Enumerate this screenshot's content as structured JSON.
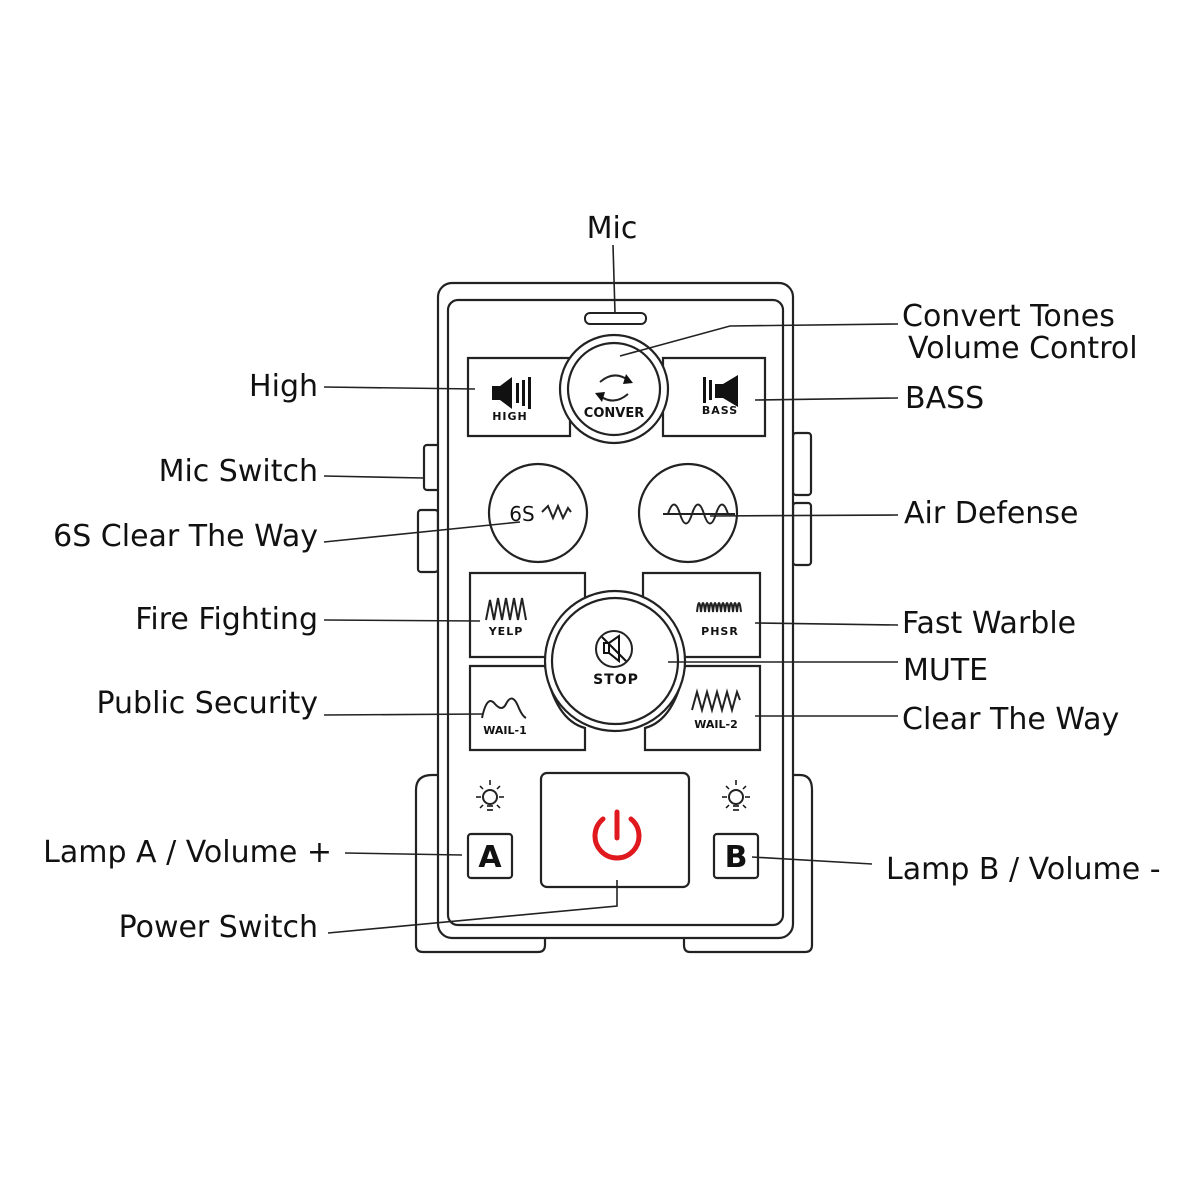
{
  "labels": {
    "mic": "Mic",
    "convert_line1": "Convert Tones",
    "convert_line2": "Volume Control",
    "high": "High",
    "bass": "BASS",
    "mic_switch": "Mic Switch",
    "clear_6s": "6S Clear The Way",
    "air_defense": "Air Defense",
    "fire_fighting": "Fire Fighting",
    "fast_warble": "Fast Warble",
    "mute": "MUTE",
    "public_security": "Public Security",
    "clear_the_way": "Clear The Way",
    "lamp_a": "Lamp A / Volume +",
    "lamp_b": "Lamp B / Volume -",
    "power_switch": "Power Switch"
  },
  "buttons": {
    "high": "HIGH",
    "conver": "CONVER",
    "bass": "BASS",
    "six_s": "6S",
    "yelp": "YELP",
    "phsr": "PHSR",
    "stop": "STOP",
    "wail1": "WAIL-1",
    "wail2": "WAIL-2",
    "a": "A",
    "b": "B"
  },
  "colors": {
    "power_icon": "#e0191f",
    "outline": "#222222"
  },
  "icons": {
    "power": "power-icon",
    "speaker": "speaker-icon",
    "mute": "mute-speaker-icon",
    "lamp": "light-bulb-icon",
    "convert": "cycle-arrows-icon"
  }
}
